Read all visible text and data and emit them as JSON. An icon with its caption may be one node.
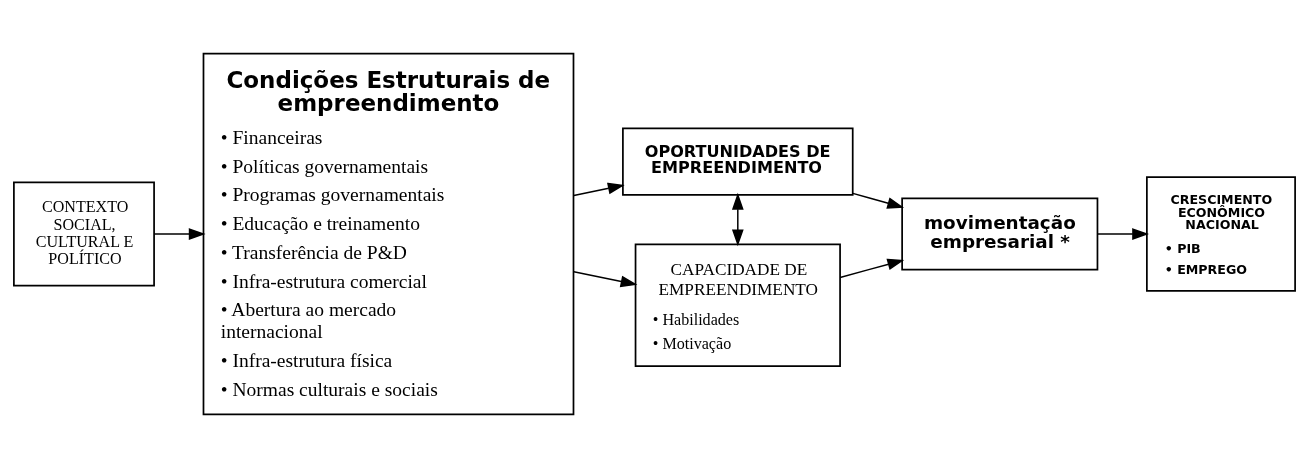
{
  "diagram": {
    "nodes": [
      {
        "text": [
          "CONTEXTO SOCIAL, CULTURAL E POLÍTICO"
        ]
      },
      {
        "text": [
          "Condições Estruturais de empreendimento",
          "• Financeiras",
          "• Políticas governamentais",
          "• Programas governamentais",
          "• Educação e treinamento",
          "• Transferência de P&D",
          "• Infra-estrutura comercial",
          "• Abertura ao mercado internacional",
          "• Infra-estrutura física",
          "• Normas culturais e sociais"
        ]
      },
      {
        "text": [
          "OPORTUNIDADES DE EMPREENDIMENTO"
        ]
      },
      {
        "text": [
          "CAPACIDADE DE EMPREENDIMENTO",
          "• Habilidades",
          "• Motivação"
        ]
      },
      {
        "text": [
          "movimentação empresarial *"
        ]
      },
      {
        "text": [
          "CRESCIMENTO ECONÔMICO NACIONAL",
          "• PIB",
          "• EMPREGO"
        ]
      }
    ],
    "edges": [
      {
        "from": 0,
        "to": 1,
        "arrow": "to"
      },
      {
        "from": 1,
        "to": 2,
        "arrow": "to"
      },
      {
        "from": 1,
        "to": 3,
        "arrow": "to"
      },
      {
        "from": 2,
        "to": 3,
        "arrow": "both"
      },
      {
        "from": 2,
        "to": 4,
        "arrow": "to"
      },
      {
        "from": 3,
        "to": 4,
        "arrow": "to"
      },
      {
        "from": 4,
        "to": 5,
        "arrow": "to"
      }
    ]
  }
}
